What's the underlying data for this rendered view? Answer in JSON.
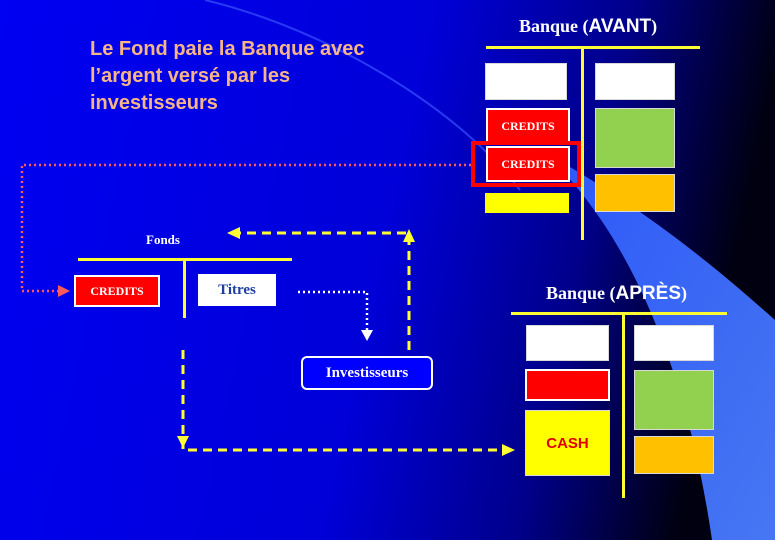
{
  "title": "Le Fond paie la Banque avec l’argent versé par les investisseurs",
  "bank_before": {
    "label_prefix": "Banque (",
    "label_emphasis": "AVANT",
    "label_suffix": ")",
    "assets": [
      "CREDITS",
      "CREDITS"
    ]
  },
  "bank_after": {
    "label_prefix": "Banque (",
    "label_emphasis": "APRÈS",
    "label_suffix": ")",
    "cash": "CASH"
  },
  "fund": {
    "label": "Fonds",
    "asset": "CREDITS",
    "liability": "Titres"
  },
  "investors": {
    "label": "Investisseurs"
  },
  "colors": {
    "background_blue": "#0000f0",
    "title_orange": "#f6b489",
    "credits_red": "#ff0000",
    "equity_green": "#92d050",
    "debt_orange": "#ffc000",
    "cash_yellow": "#ffff00",
    "t_account_lines": "#ffff33",
    "transfer_arrow": "#ff5a5a"
  }
}
